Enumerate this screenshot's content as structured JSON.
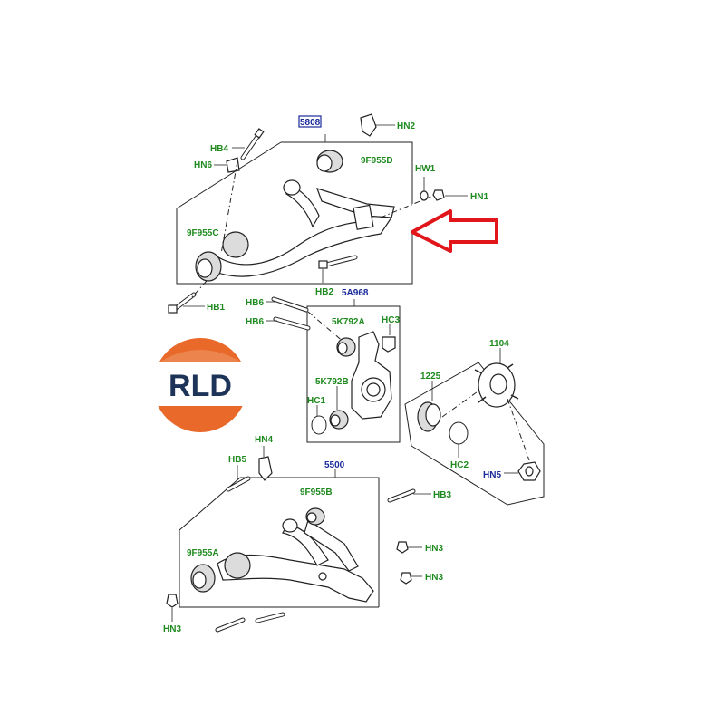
{
  "labels": {
    "c5808": "5808",
    "hn2": "HN2",
    "hb4": "HB4",
    "hn6": "HN6",
    "f955d": "9F955D",
    "hw1": "HW1",
    "hn1": "HN1",
    "f955c": "9F955C",
    "hb2": "HB2",
    "hb1": "HB1",
    "hb6a": "HB6",
    "hb6b": "HB6",
    "a968": "5A968",
    "k792a": "5K792A",
    "hc3": "HC3",
    "c1104": "1104",
    "k792b": "5K792B",
    "c1225": "1225",
    "hc1": "HC1",
    "hc2": "HC2",
    "hn5": "HN5",
    "hn4": "HN4",
    "hb5": "HB5",
    "c5500": "5500",
    "f955b": "9F955B",
    "hb3": "HB3",
    "f955a": "9F955A",
    "hn3a": "HN3",
    "hn3b": "HN3",
    "hn3c": "HN3"
  },
  "logo": {
    "text": "RLD"
  },
  "colors": {
    "label_green": "#1f8a1f",
    "label_blue": "#1a2a9a",
    "arrow_red": "#e0161b",
    "logo_orange": "#e8692a",
    "logo_navy": "#1e3358"
  }
}
